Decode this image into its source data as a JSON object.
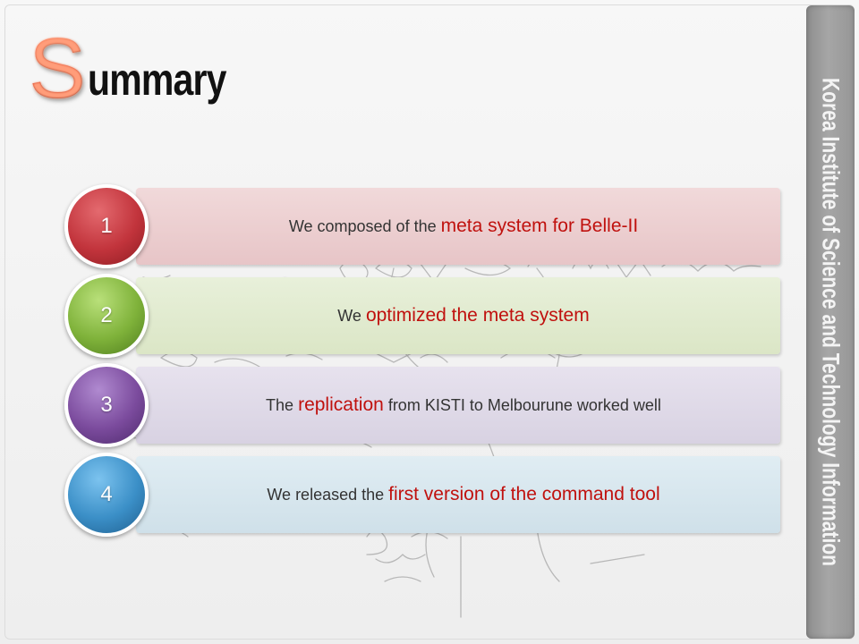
{
  "slide": {
    "title_initial": "S",
    "title_rest": "ummary",
    "sidebar_text": "Korea Institute of Science and Technology Information"
  },
  "colors": {
    "title_red": "#e23b1d",
    "highlight_red": "#c0110e",
    "sidebar_gray": "#9b9b9b",
    "item1_bar": "#ecd0d1",
    "item1_circle": "#c2343c",
    "item2_bar": "#e3ecd3",
    "item2_circle": "#7fb23a",
    "item3_bar": "#e0dbe8",
    "item3_circle": "#7b4b9d",
    "item4_bar": "#d8e6ed",
    "item4_circle": "#3b8fc7"
  },
  "items": [
    {
      "number": "1",
      "text_before": "We composed of the ",
      "highlight": "meta system for Belle-II",
      "text_after": ""
    },
    {
      "number": "2",
      "text_before": "We ",
      "highlight": "optimized the meta system",
      "text_after": ""
    },
    {
      "number": "3",
      "text_before": "The ",
      "highlight": "replication",
      "text_after": " from KISTI to Melbourune worked well"
    },
    {
      "number": "4",
      "text_before": "We released the ",
      "highlight": "first version of the command tool",
      "text_after": ""
    }
  ]
}
